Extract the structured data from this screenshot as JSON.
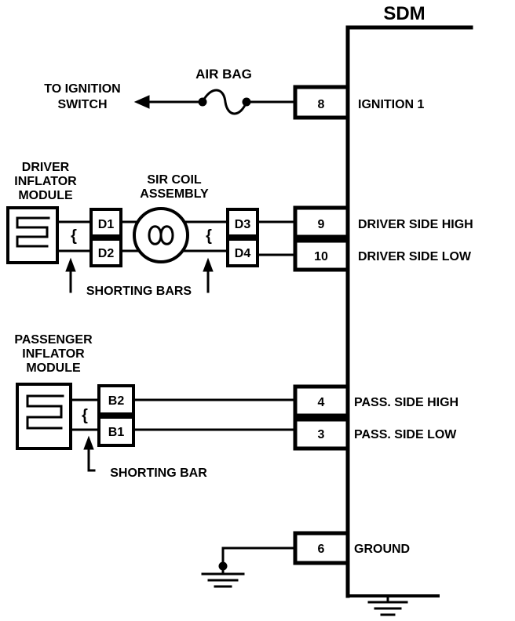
{
  "title": "SDM",
  "ignition_switch": {
    "line1": "TO IGNITION",
    "line2": "SWITCH"
  },
  "fuse": {
    "label": "AIR BAG"
  },
  "driver_module": {
    "line1": "DRIVER",
    "line2": "INFLATOR",
    "line3": "MODULE"
  },
  "sir_coil": {
    "line1": "SIR COIL",
    "line2": "ASSEMBLY"
  },
  "passenger_module": {
    "line1": "PASSENGER",
    "line2": "INFLATOR",
    "line3": "MODULE"
  },
  "connectors": {
    "d1": "D1",
    "d2": "D2",
    "d3": "D3",
    "d4": "D4",
    "b1": "B1",
    "b2": "B2"
  },
  "shorting": {
    "driver": "SHORTING BARS",
    "passenger": "SHORTING BAR",
    "bracket": "{"
  },
  "pins": [
    {
      "number": "8",
      "name": "IGNITION 1"
    },
    {
      "number": "9",
      "name": "DRIVER SIDE HIGH"
    },
    {
      "number": "10",
      "name": "DRIVER SIDE LOW"
    },
    {
      "number": "4",
      "name": "PASS. SIDE HIGH"
    },
    {
      "number": "3",
      "name": "PASS. SIDE LOW"
    },
    {
      "number": "6",
      "name": "GROUND"
    }
  ]
}
